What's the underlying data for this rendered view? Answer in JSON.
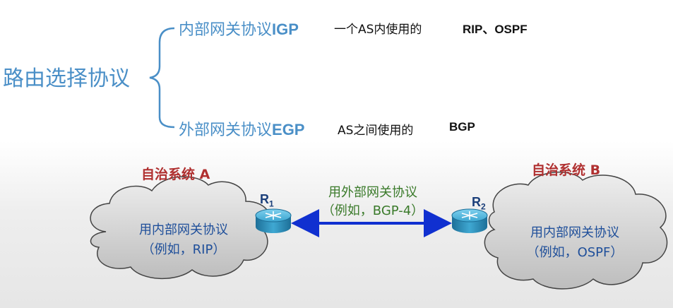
{
  "taxonomy": {
    "root": "路由选择协议",
    "igp": {
      "title": "内部网关协议",
      "abbr": "IGP",
      "desc": "一个AS内使用的",
      "protocols": "RIP、OSPF"
    },
    "egp": {
      "title": "外部网关协议",
      "abbr": "EGP",
      "desc": "AS之间使用的",
      "protocols": "BGP"
    }
  },
  "network": {
    "as_a": {
      "title": "自治系统 A",
      "line1": "用内部网关协议",
      "line2": "（例如，RIP）"
    },
    "as_b": {
      "title": "自治系统 B",
      "line1": "用内部网关协议",
      "line2": "（例如，OSPF）"
    },
    "link": {
      "line1": "用外部网关协议",
      "line2": "（例如，BGP-4）"
    },
    "router1": {
      "letter": "R",
      "index": "1"
    },
    "router2": {
      "letter": "R",
      "index": "2"
    }
  },
  "colors": {
    "taxonomy_blue": "#4a8fc7",
    "as_title_red": "#b03030",
    "cloud_text_blue": "#1f4f9a",
    "link_text_green": "#3a7a2a",
    "link_arrow_blue": "#1030d0",
    "router_teal": "#2a8fb8"
  }
}
